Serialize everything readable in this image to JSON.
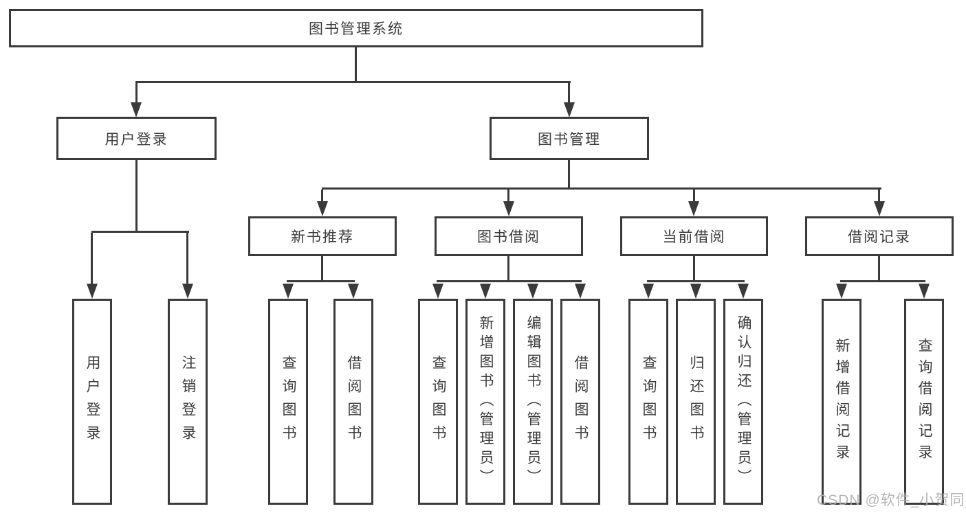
{
  "diagram": {
    "root": {
      "label": "图书管理系统"
    },
    "branches": [
      {
        "label": "用户登录",
        "children": [
          {
            "label": "用户登录"
          },
          {
            "label": "注销登录"
          }
        ]
      },
      {
        "label": "图书管理",
        "children": [
          {
            "label": "新书推荐",
            "children": [
              {
                "label": "查询图书"
              },
              {
                "label": "借阅图书"
              }
            ]
          },
          {
            "label": "图书借阅",
            "children": [
              {
                "label": "查询图书"
              },
              {
                "label": "新增图书（管理员）"
              },
              {
                "label": "编辑图书（管理员）"
              },
              {
                "label": "借阅图书"
              }
            ]
          },
          {
            "label": "当前借阅",
            "children": [
              {
                "label": "查询图书"
              },
              {
                "label": "归还图书"
              },
              {
                "label": "确认归还（管理员）"
              }
            ]
          },
          {
            "label": "借阅记录",
            "children": [
              {
                "label": "新增借阅记录"
              },
              {
                "label": "查询借阅记录"
              }
            ]
          }
        ]
      }
    ],
    "colors": {
      "line": "#3a3a3a",
      "box_background": "#ffffff",
      "text": "#3c3c3c"
    }
  },
  "watermark": {
    "text": "CSDN @软件_小贺同学",
    "color": "#b0b0b0"
  }
}
